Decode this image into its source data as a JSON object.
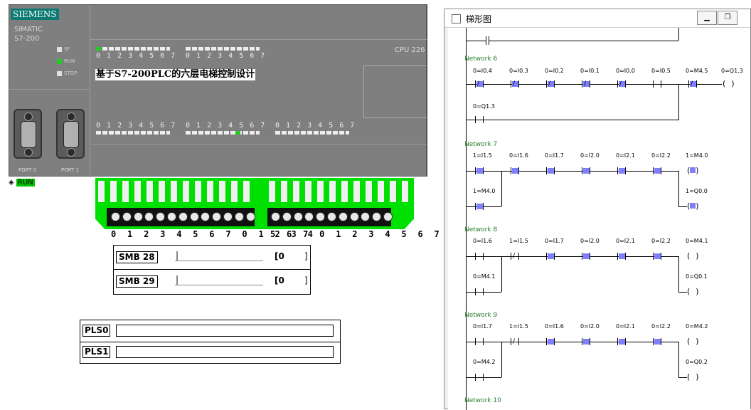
{
  "plc": {
    "brand": "SIEMENS",
    "simatic": "SIMATIC",
    "model": "S7-200",
    "cpu": "CPU 226",
    "status_leds": [
      "SF",
      "RUN",
      "STOP"
    ],
    "ports": [
      "PORT 0",
      "PORT 1"
    ],
    "digits8": "0 1 2 3 4 5 6 7",
    "project_title": "基于S7-200PLC的六层电梯控制设计",
    "run_badge": "RUN"
  },
  "terminals": {
    "left": "0 1 2 3 4 5 6 7 0 1 2 3 4",
    "right": "5 6 7 0 1 2 3 4 5 6 7"
  },
  "smb": [
    {
      "label": "SMB 28",
      "value": "0"
    },
    {
      "label": "SMB 29",
      "value": "0"
    }
  ],
  "pls": [
    {
      "label": "PLS0",
      "value": ""
    },
    {
      "label": "PLS1",
      "value": ""
    }
  ],
  "ladder_window": {
    "title": "梯形图",
    "buttons": [
      "minimize",
      "restore"
    ],
    "networks": [
      {
        "label": "Network 6",
        "row1": [
          "0=I0.4",
          "0=I0.3",
          "0=I0.2",
          "0=I0.1",
          "0=I0.0",
          "0=I0.5",
          "0=M4.5",
          "0=Q1.3"
        ],
        "row2": [
          "0=Q1.3"
        ]
      },
      {
        "label": "Network 7",
        "row1": [
          "1=I1.5",
          "0=I1.6",
          "0=I1.7",
          "0=I2.0",
          "0=I2.1",
          "0=I2.2",
          "1=M4.0"
        ],
        "row2": [
          "1=M4.0",
          "1=Q0.0"
        ]
      },
      {
        "label": "Network 8",
        "row1": [
          "0=I1.6",
          "1=I1.5",
          "0=I1.7",
          "0=I2.0",
          "0=I2.1",
          "0=I2.2",
          "0=M4.1"
        ],
        "row2": [
          "0=M4.1",
          "0=Q0.1"
        ]
      },
      {
        "label": "Network 9",
        "row1": [
          "0=I1.7",
          "1=I1.5",
          "0=I1.6",
          "0=I2.0",
          "0=I2.1",
          "0=I2.2",
          "0=M4.2"
        ],
        "row2": [
          "0=M4.2",
          "0=Q0.2"
        ]
      },
      {
        "label": "Network 10"
      }
    ]
  }
}
